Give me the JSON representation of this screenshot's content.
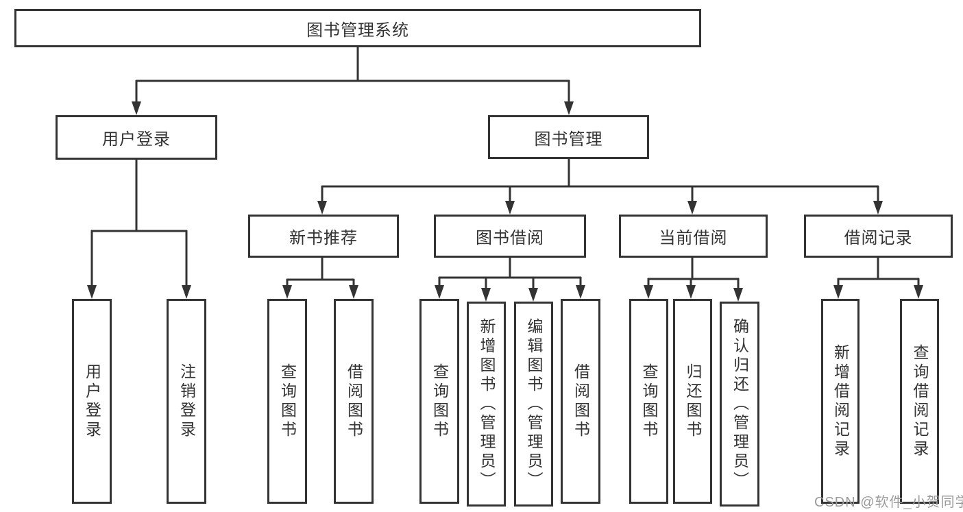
{
  "diagram_title": "图书管理系统",
  "nodes": {
    "root": "图书管理系统",
    "level2": {
      "user_login": "用户登录",
      "book_management": "图书管理"
    },
    "level3": {
      "new_book_recommend": "新书推荐",
      "book_borrow": "图书借阅",
      "current_borrow": "当前借阅",
      "borrow_record": "借阅记录"
    },
    "leaves": {
      "user_login": "用户登录",
      "logout": "注销登录",
      "recommend_query_book": "查询图书",
      "recommend_borrow_book": "借阅图书",
      "borrow_query_book": "查询图书",
      "borrow_add_book": "新增图书（管理员）",
      "borrow_edit_book": "编辑图书（管理员）",
      "borrow_borrow_book": "借阅图书",
      "current_query_book": "查询图书",
      "current_return_book": "归还图书",
      "current_confirm_return": "确认归还（管理员）",
      "record_add_record": "新增借阅记录",
      "record_query_record": "查询借阅记录"
    }
  },
  "watermark": "CSDN @软件_小贺同学",
  "colors": {
    "line": "#333333",
    "text": "#333333",
    "background": "#ffffff",
    "watermark": "#9b9b9b"
  }
}
